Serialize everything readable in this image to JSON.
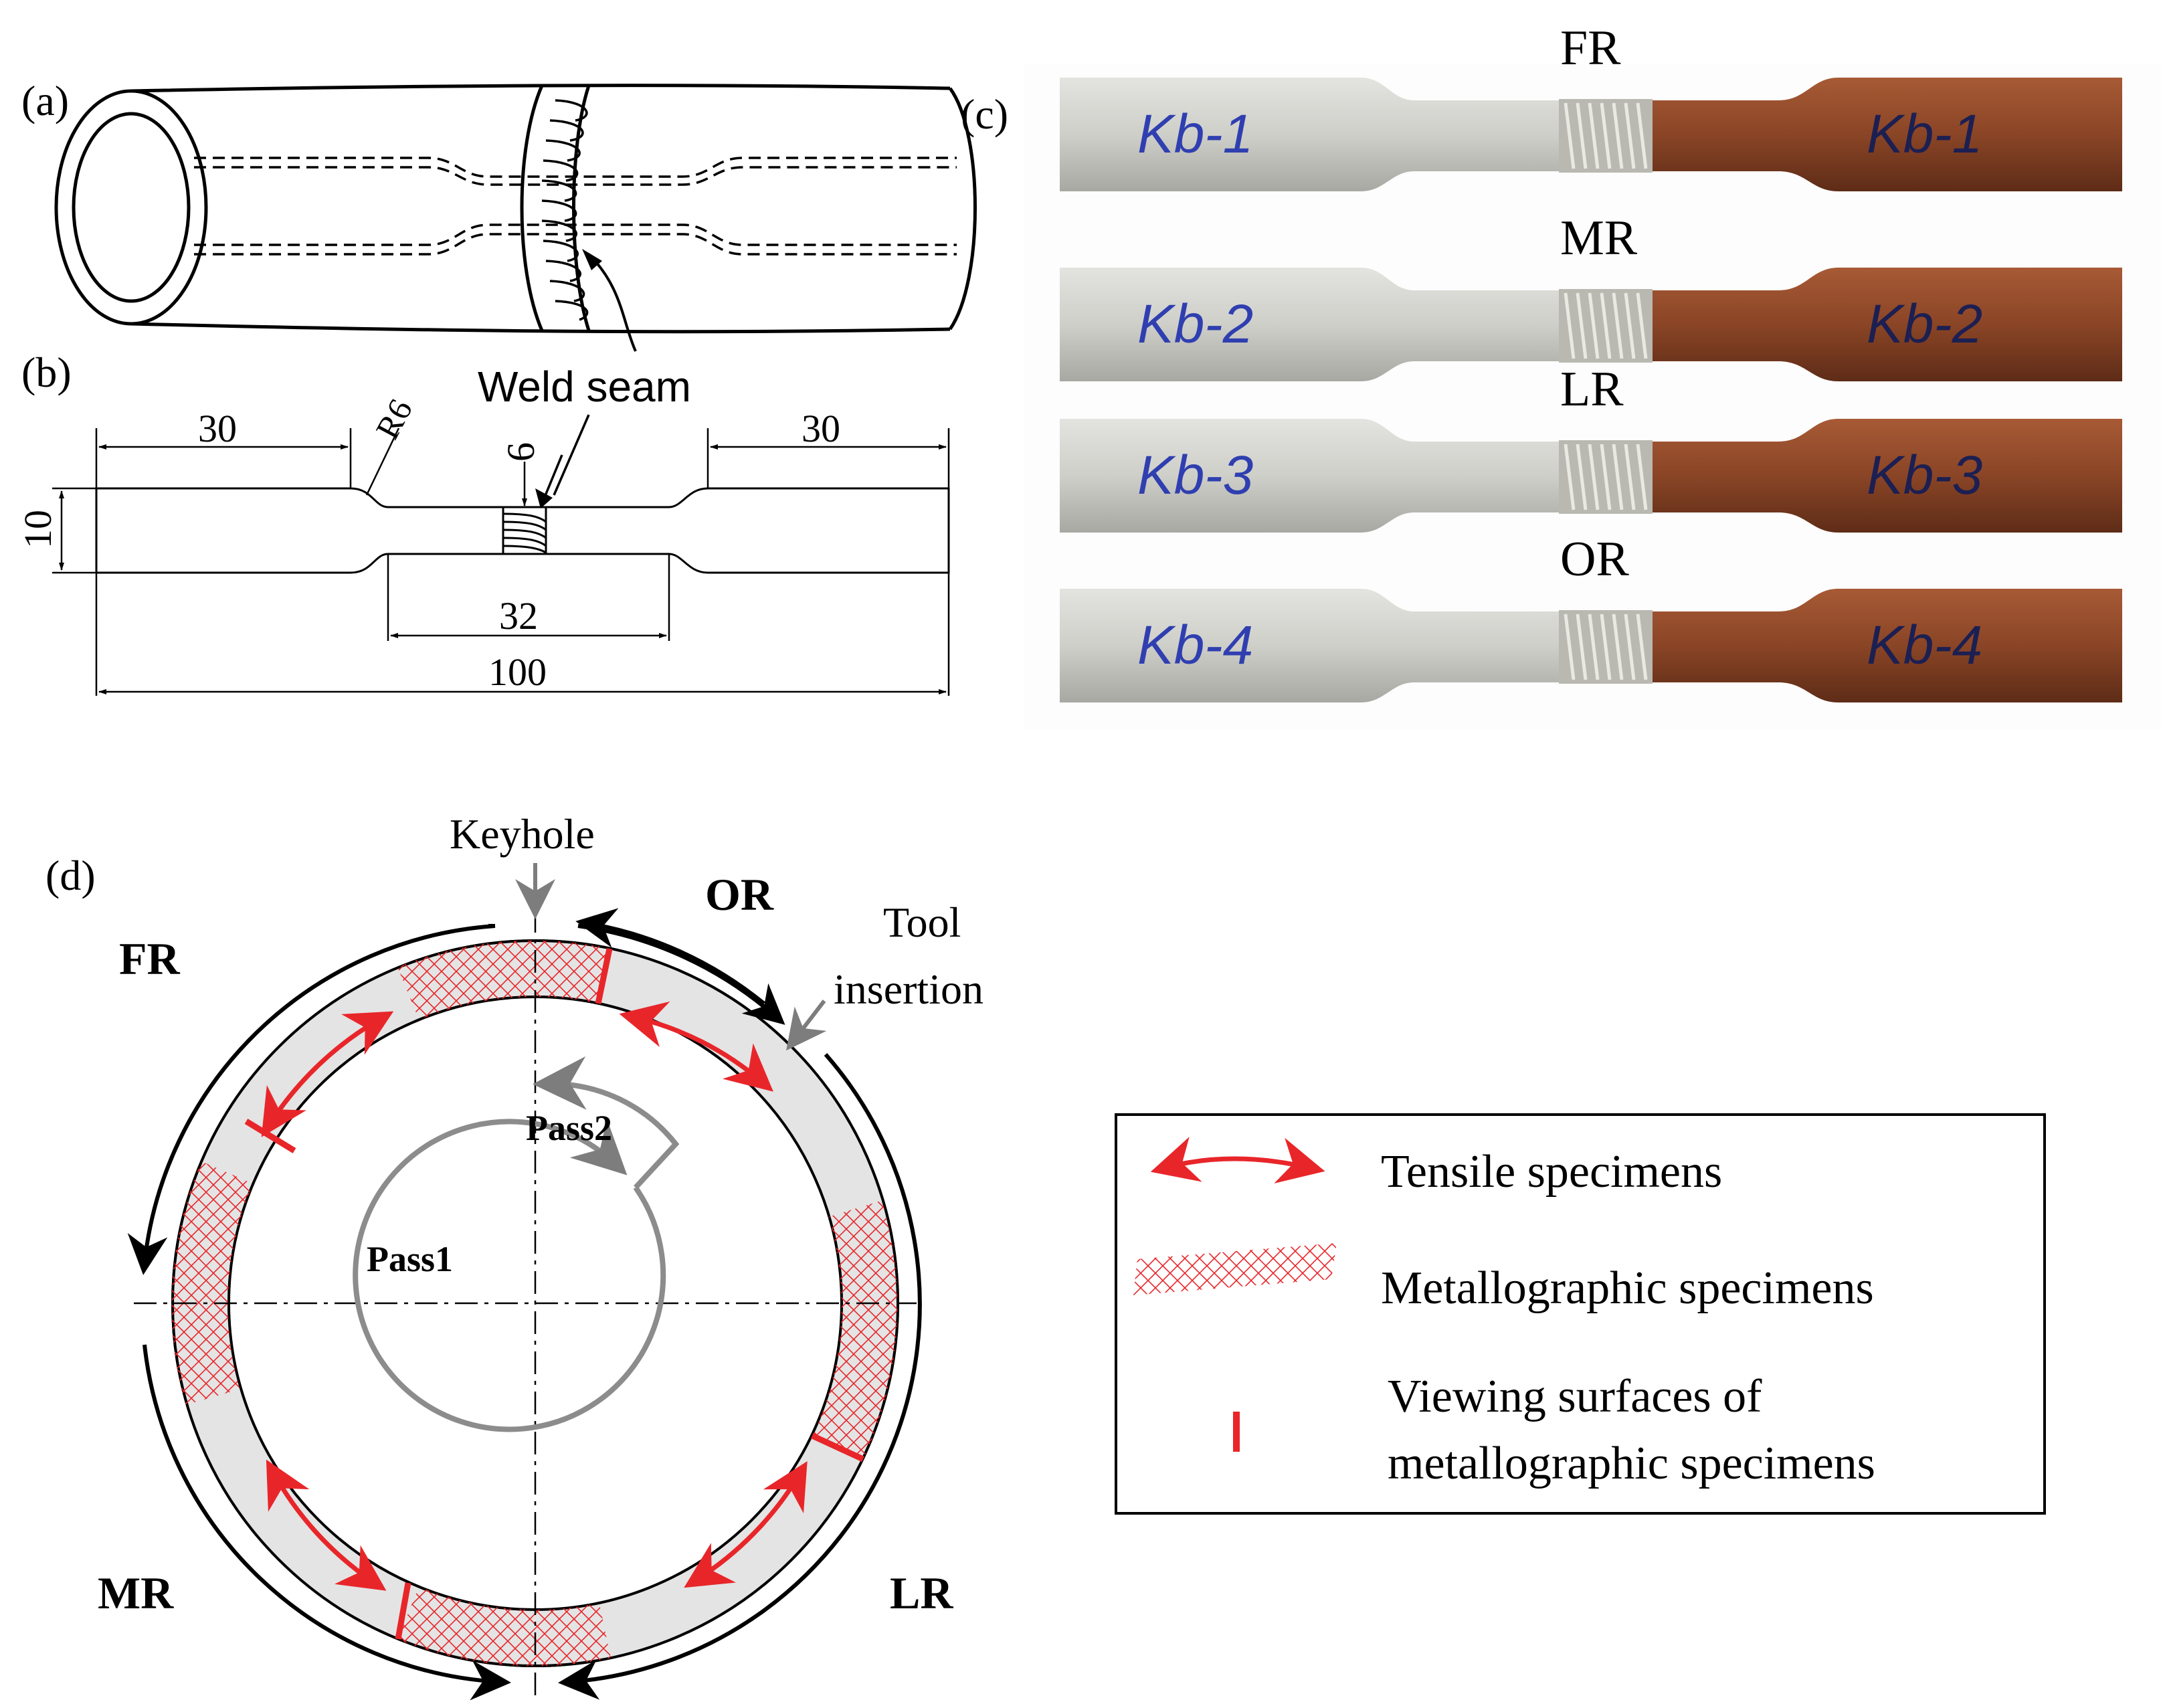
{
  "panels": {
    "a": {
      "label": "(a)"
    },
    "b": {
      "label": "(b)",
      "weld_label": "Weld seam",
      "dims": {
        "left": "30",
        "right": "30",
        "radius": "R6",
        "height": "10",
        "seam": "6",
        "gauge": "32",
        "total": "100"
      }
    },
    "c": {
      "label": "(c)",
      "specimens": [
        {
          "region": "FR",
          "mark_al": "Kb-1",
          "mark_cu": "Kb-1"
        },
        {
          "region": "MR",
          "mark_al": "Kb-2",
          "mark_cu": "Kb-2"
        },
        {
          "region": "LR",
          "mark_al": "Kb-3",
          "mark_cu": "Kb-3"
        },
        {
          "region": "OR",
          "mark_al": "Kb-4",
          "mark_cu": "Kb-4"
        }
      ]
    },
    "d": {
      "label": "(d)",
      "keyhole": "Keyhole",
      "tool_insertion": [
        "Tool",
        "insertion"
      ],
      "pass1": "Pass1",
      "pass2": "Pass2",
      "regions": {
        "fr": "FR",
        "or": "OR",
        "mr": "MR",
        "lr": "LR"
      }
    }
  },
  "legend": {
    "tensile": "Tensile specimens",
    "metallographic": "Metallographic  specimens",
    "viewing_line1": "Viewing surfaces of",
    "viewing_line2": "metallographic specimens"
  },
  "colors": {
    "red": "#e8262a",
    "gray_ring": "#e4e4e4",
    "aluminum": "#c9c9c4",
    "copper": "#8e4a2b",
    "pen": "#2f3fb0"
  }
}
